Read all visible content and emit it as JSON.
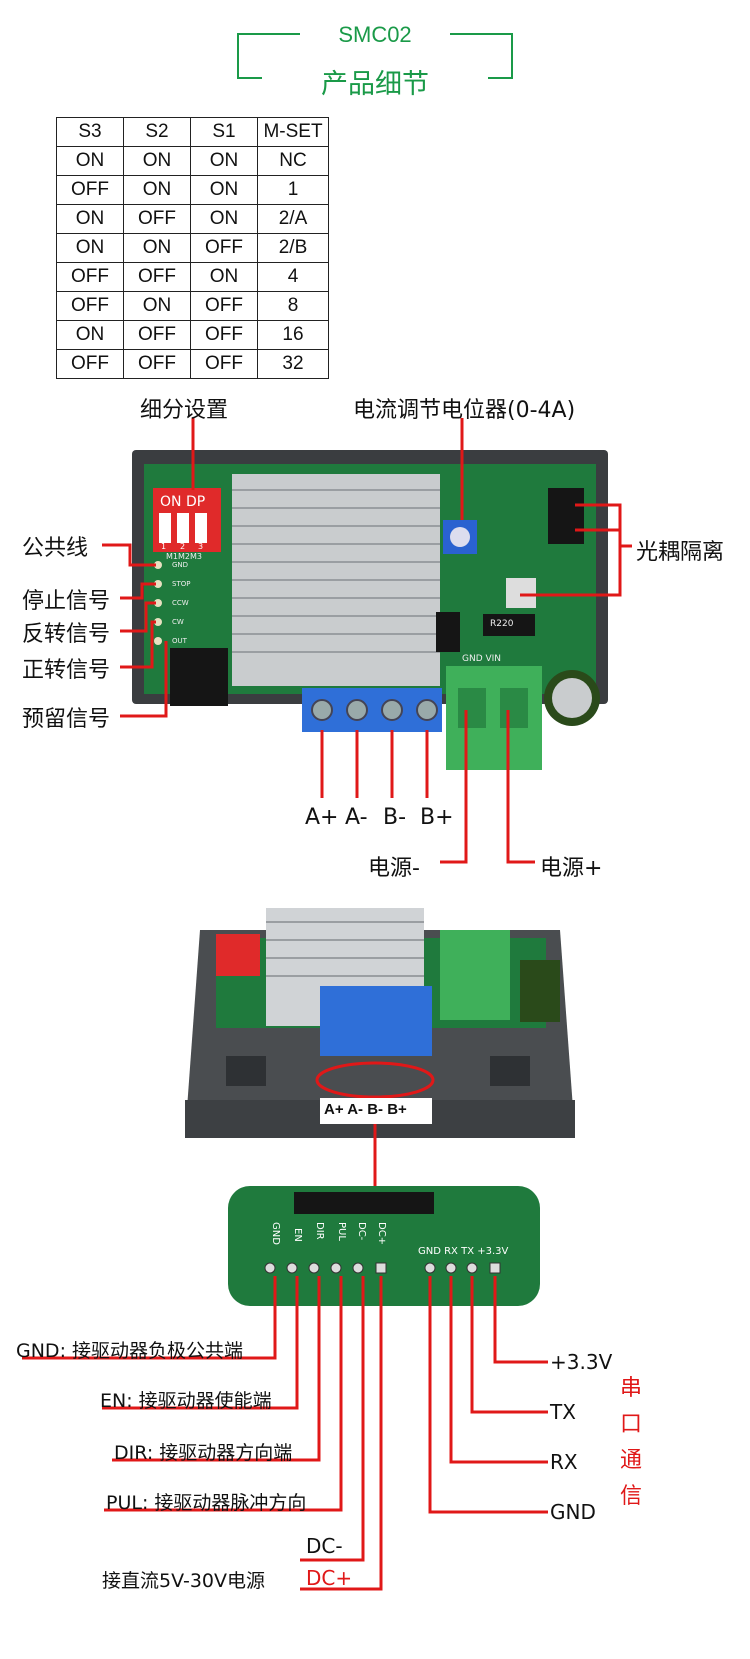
{
  "header": {
    "model": "SMC02",
    "subtitle": "产品细节"
  },
  "mset_table": {
    "headers": [
      "S3",
      "S2",
      "S1",
      "M-SET"
    ],
    "rows": [
      [
        "ON",
        "ON",
        "ON",
        "NC"
      ],
      [
        "OFF",
        "ON",
        "ON",
        "1"
      ],
      [
        "ON",
        "OFF",
        "ON",
        "2/A"
      ],
      [
        "ON",
        "ON",
        "OFF",
        "2/B"
      ],
      [
        "OFF",
        "OFF",
        "ON",
        "4"
      ],
      [
        "OFF",
        "ON",
        "OFF",
        "8"
      ],
      [
        "ON",
        "OFF",
        "OFF",
        "16"
      ],
      [
        "OFF",
        "OFF",
        "OFF",
        "32"
      ]
    ]
  },
  "board1": {
    "microstep_label": "细分设置",
    "pot_label": "电流调节电位器(0-4A)",
    "opto_label": "光耦隔离",
    "left_labels": [
      "公共线",
      "停止信号",
      "反转信号",
      "正转信号",
      "预留信号"
    ],
    "pin_names": [
      "GND",
      "STOP",
      "CCW",
      "CW",
      "OUT"
    ],
    "dip_text": "ON DP",
    "dip_numbers": [
      "1",
      "2",
      "3"
    ],
    "silk_m": "M1M2M3",
    "silk_gnd_vin": "GND VIN",
    "silk_r220": "R220",
    "motor_terminals": [
      "A+",
      "A-",
      "B-",
      "B+"
    ],
    "power_minus": "电源-",
    "power_plus": "电源+"
  },
  "board2": {
    "terminal_label": "A+ A- B- B+"
  },
  "board3": {
    "silk_left": [
      "GND",
      "EN",
      "DIR",
      "PUL",
      "DC-",
      "DC+"
    ],
    "silk_right": "GND RX TX +3.3V",
    "left_labels": [
      "GND: 接驱动器负极公共端",
      "EN: 接驱动器使能端",
      "DIR: 接驱动器方向端",
      "PUL: 接驱动器脉冲方向"
    ],
    "dc_minus": "DC-",
    "dc_plus": "DC+",
    "dc_caption": "接直流5V-30V电源",
    "right_labels": [
      "+3.3V",
      "TX",
      "RX",
      "GND"
    ],
    "serial_chars": [
      "串",
      "口",
      "通",
      "信"
    ]
  },
  "colors": {
    "accent_green": "#1a9a48",
    "leader_red": "#e01818",
    "pcb_green": "#1f7a3d"
  }
}
